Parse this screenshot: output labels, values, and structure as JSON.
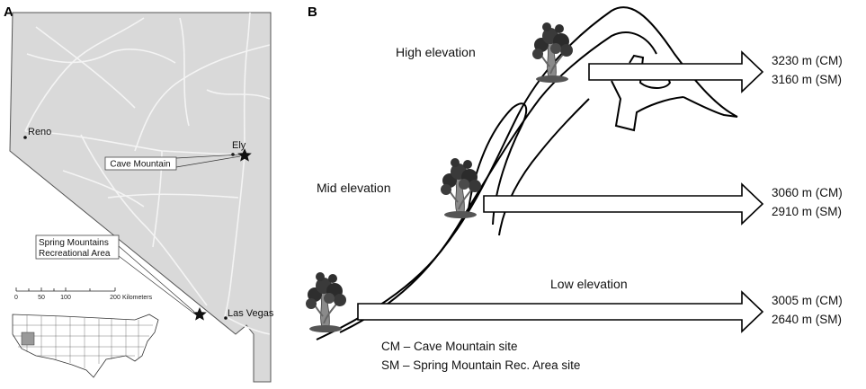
{
  "panel_a": {
    "label": "A",
    "cities": {
      "reno": "Reno",
      "ely": "Ely",
      "las_vegas": "Las Vegas"
    },
    "callouts": {
      "cave_mountain": "Cave Mountain",
      "spring_mountains_line1": "Spring Mountains",
      "spring_mountains_line2": "Recreational Area"
    },
    "scale": {
      "ticks": [
        "0",
        "50",
        "100",
        "200"
      ],
      "unit": "Kilometers"
    },
    "colors": {
      "state_fill": "#d9d9d9",
      "roads": "#f2f2f2"
    }
  },
  "panel_b": {
    "label": "B",
    "zones": [
      {
        "label": "High elevation",
        "cm": "3230 m (CM)",
        "sm": "3160 m (SM)"
      },
      {
        "label": "Mid elevation",
        "cm": "3060 m (CM)",
        "sm": "2910 m (SM)"
      },
      {
        "label": "Low elevation",
        "cm": "3005 m (CM)",
        "sm": "2640 m (SM)"
      }
    ],
    "legend": [
      "CM – Cave Mountain site",
      "SM  – Spring Mountain Rec. Area site"
    ],
    "icons": [
      "tree-icon",
      "star-icon"
    ]
  }
}
